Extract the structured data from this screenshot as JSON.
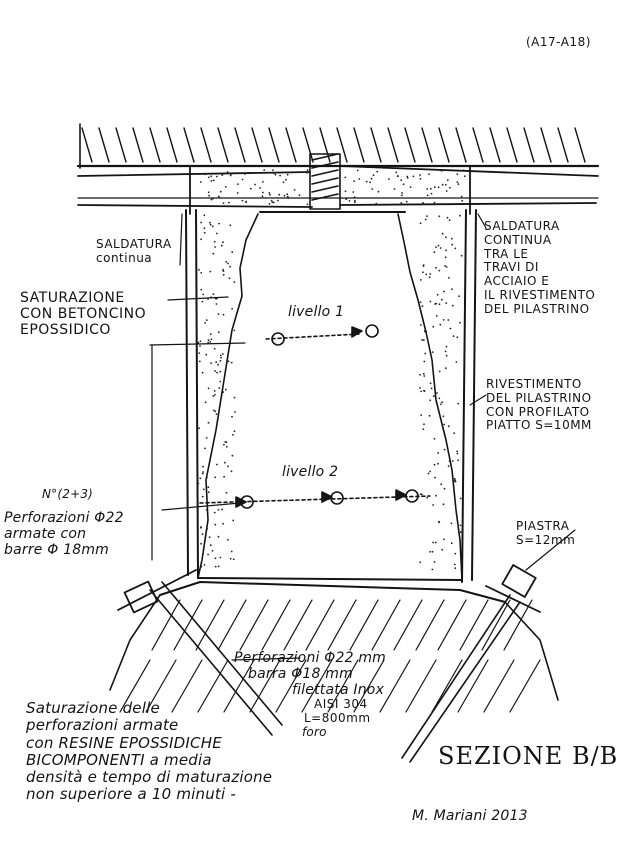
{
  "sheet_ref": "(A17-A18)",
  "labels": {
    "saldatura_left": [
      "SALDATURA",
      "continua"
    ],
    "saldatura_right": [
      "SALDATURA",
      "CONTINUA",
      "TRA LE",
      "TRAVI DI",
      "ACCIAIO E",
      "IL RIVESTIMENTO",
      "DEL PILASTRINO"
    ],
    "saturazione": [
      "SATURAZIONE",
      "CON BETONCINO",
      "EPOSSIDICO"
    ],
    "livello_1": "livello 1",
    "livello_2": "livello 2",
    "rivestimento": [
      "RIVESTIMENTO",
      "DEL PILASTRINO",
      "CON PROFILATO",
      "PIATTO S=10MM"
    ],
    "count": "N°(2+3)",
    "perforazioni_left": [
      "Perforazioni Φ22",
      "armate con",
      "barre Φ 18mm"
    ],
    "piastra": [
      "PIASTRA",
      "S=12mm"
    ],
    "perforazioni_bottom": [
      "Perforazioni Φ22 mm",
      "barra Φ18 mm",
      "filettata Inox",
      "AISI 304",
      "L=800mm",
      "foro"
    ],
    "note": [
      "Saturazione delle",
      "perforazioni armate",
      "con RESINE EPOSSIDICHE",
      "BICOMPONENTI a media",
      "densità e tempo di maturazione",
      "non superiore a 10 minuti -"
    ],
    "section_title": "SEZIONE B/B",
    "signature": "M. Mariani 2013"
  }
}
